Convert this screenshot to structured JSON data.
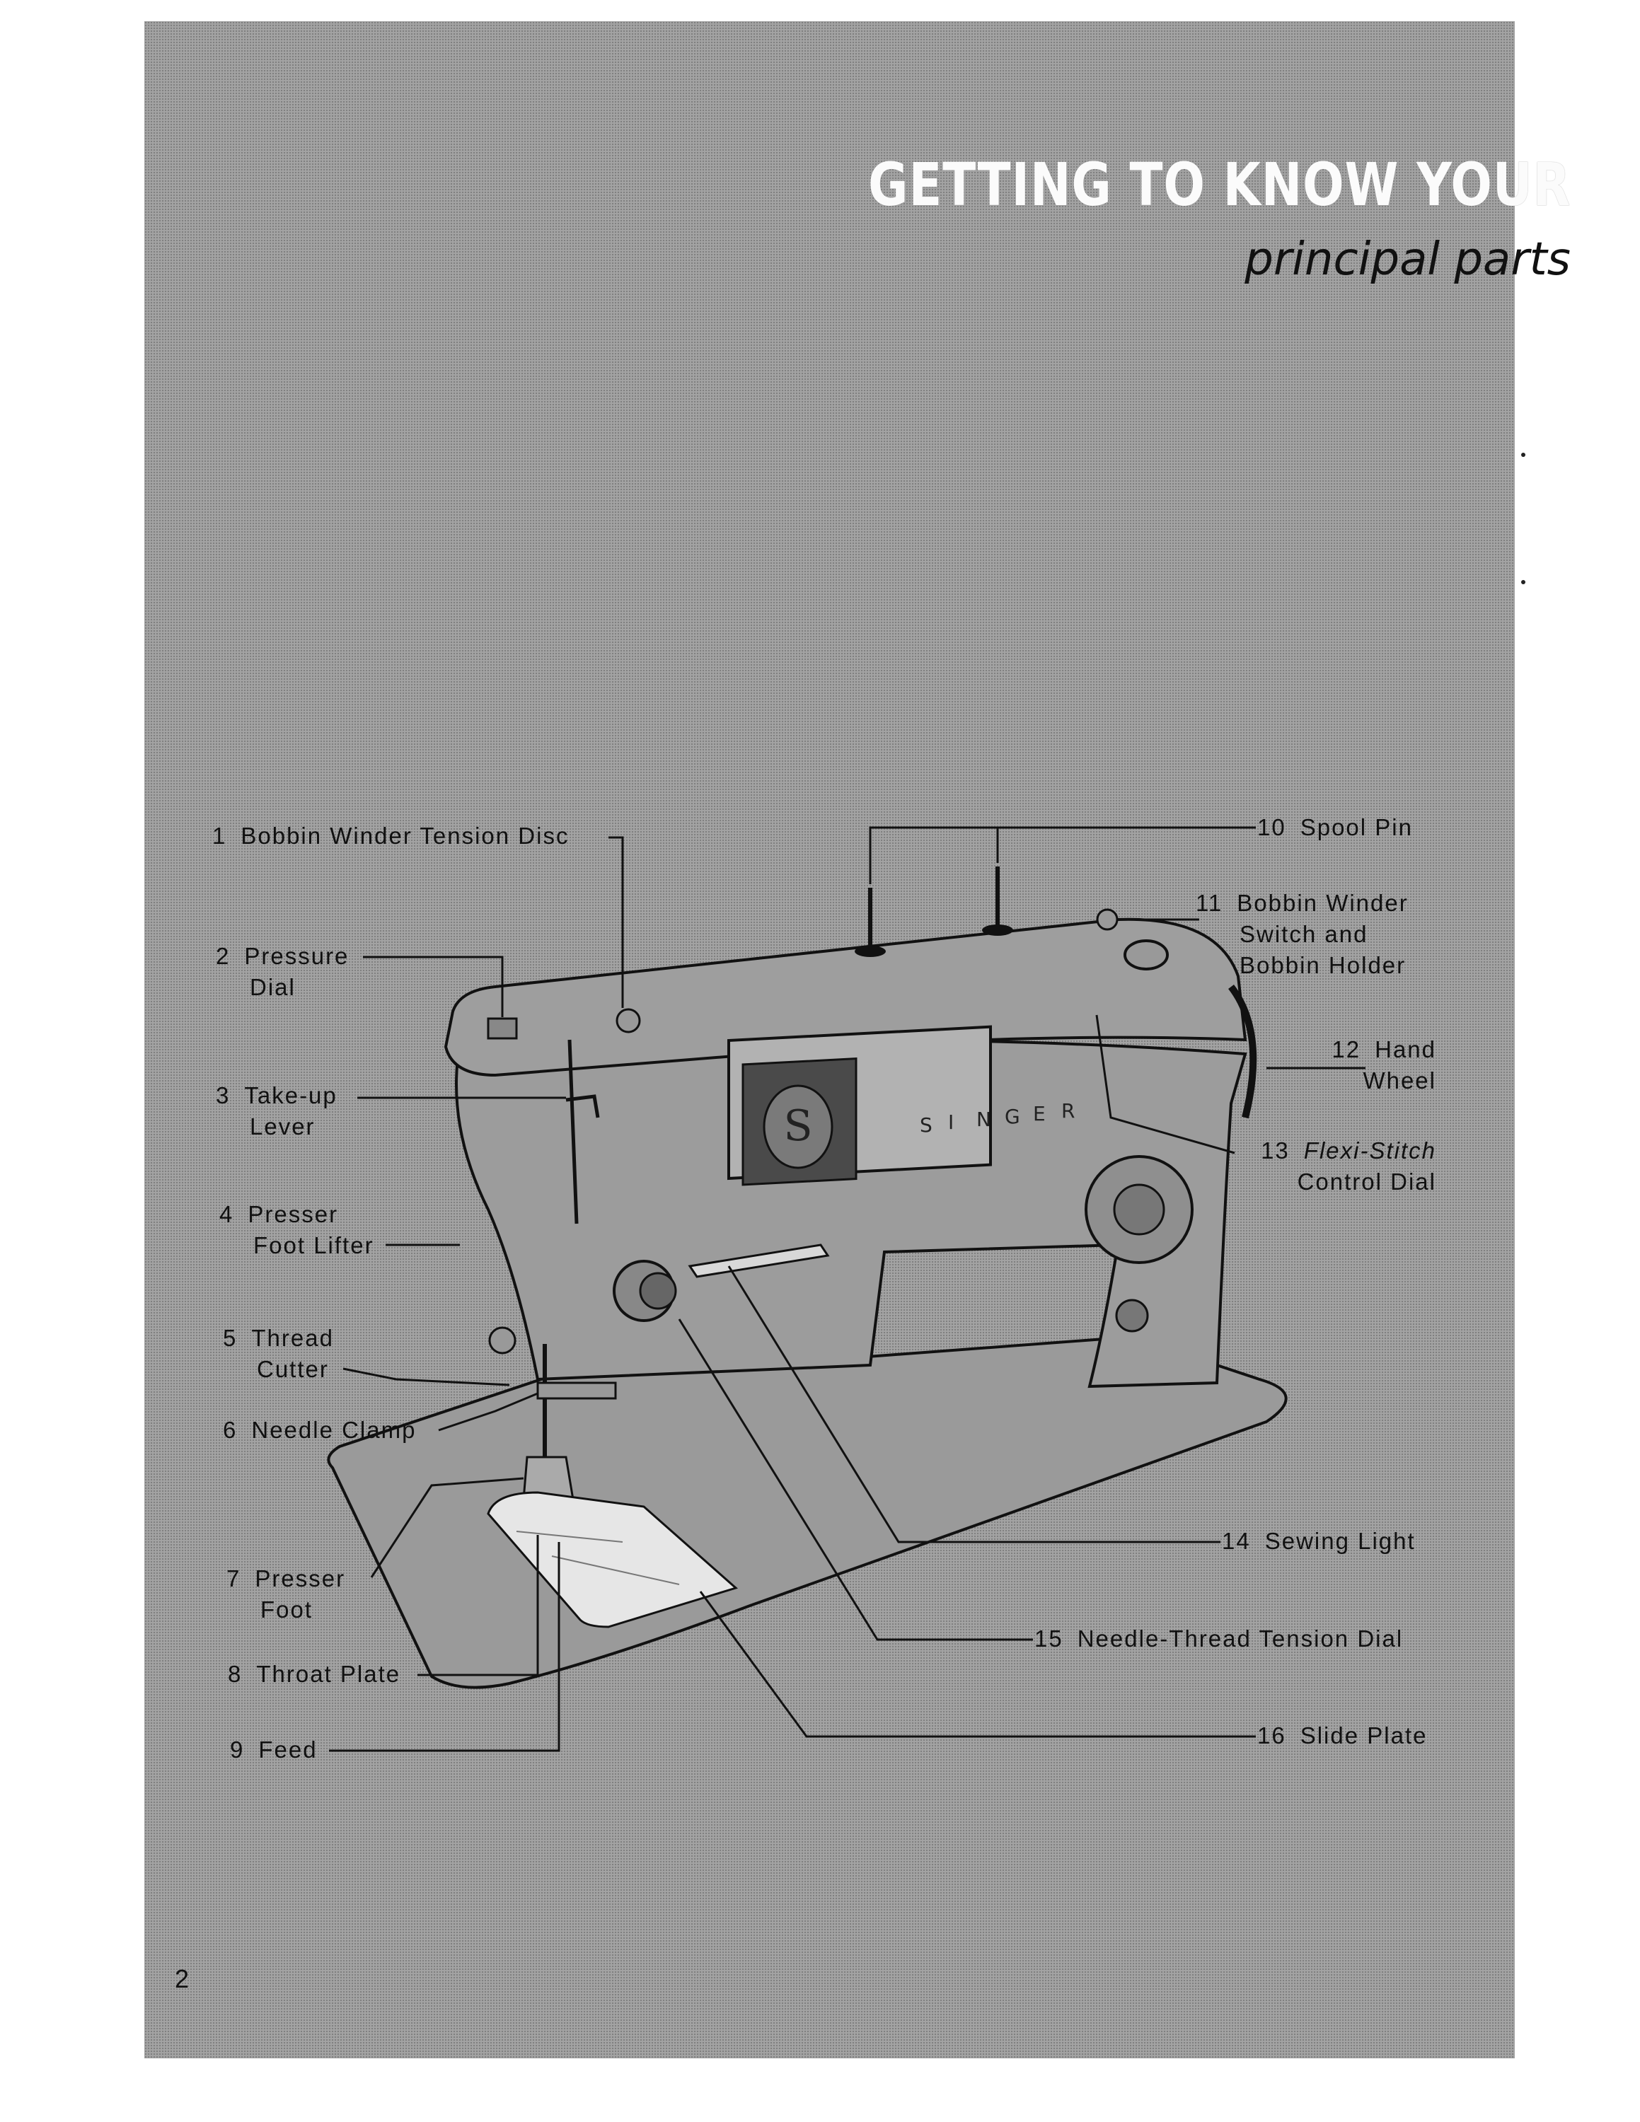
{
  "header": {
    "title": "GETTING TO KNOW YOUR",
    "subtitle": "principal parts"
  },
  "machine": {
    "logo_letter": "S",
    "brand_letters": [
      "S",
      "I",
      "N",
      "G",
      "E",
      "R"
    ]
  },
  "labels": [
    {
      "num": "1",
      "line1": "Bobbin Winder Tension Disc",
      "line2": ""
    },
    {
      "num": "2",
      "line1": "Pressure",
      "line2": "Dial"
    },
    {
      "num": "3",
      "line1": "Take-up",
      "line2": "Lever"
    },
    {
      "num": "4",
      "line1": "Presser",
      "line2": "Foot Lifter"
    },
    {
      "num": "5",
      "line1": "Thread",
      "line2": "Cutter"
    },
    {
      "num": "6",
      "line1": "Needle Clamp",
      "line2": ""
    },
    {
      "num": "7",
      "line1": "Presser",
      "line2": "Foot"
    },
    {
      "num": "8",
      "line1": "Throat Plate",
      "line2": ""
    },
    {
      "num": "9",
      "line1": "Feed",
      "line2": ""
    },
    {
      "num": "10",
      "line1": "Spool Pin",
      "line2": ""
    },
    {
      "num": "11",
      "line1": "Bobbin Winder",
      "line2": "Switch and",
      "line3": "Bobbin Holder"
    },
    {
      "num": "12",
      "line1": "Hand",
      "line2": "Wheel"
    },
    {
      "num": "13",
      "line1": "Flexi-Stitch",
      "line2": "Control Dial"
    },
    {
      "num": "14",
      "line1": "Sewing Light",
      "line2": ""
    },
    {
      "num": "15",
      "line1": "Needle-Thread Tension Dial",
      "line2": ""
    },
    {
      "num": "16",
      "line1": "Slide Plate",
      "line2": ""
    }
  ],
  "page_number": "2"
}
